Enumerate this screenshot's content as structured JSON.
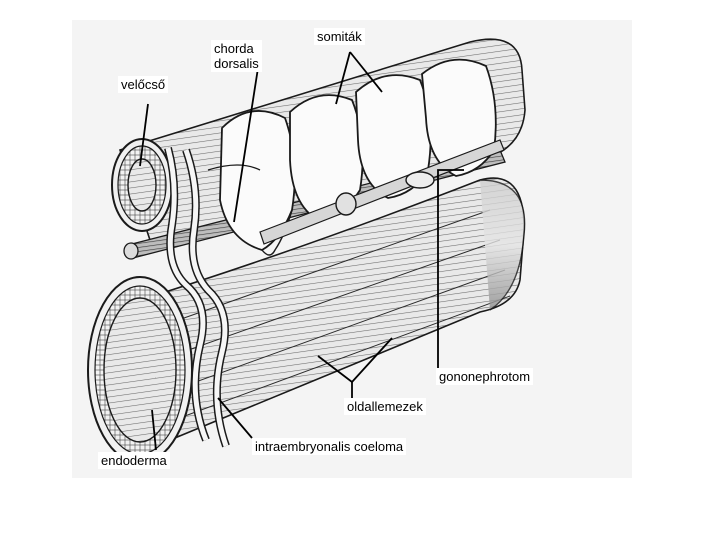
{
  "labels": {
    "velocso": "velőcső",
    "chorda_line1": "chorda",
    "chorda_line2": "dorsalis",
    "somitak": "somiták",
    "gononephrotom": "gononephrotom",
    "oldallemezek": "oldallemezek",
    "endoderma": "endoderma",
    "coeloma": "intraembryonalis coeloma"
  },
  "colors": {
    "background": "#ffffff",
    "paper": "#f4f4f4",
    "ink": "#1a1a1a",
    "shade": "#9a9a9a",
    "somite_fill": "#fbfbfb"
  }
}
